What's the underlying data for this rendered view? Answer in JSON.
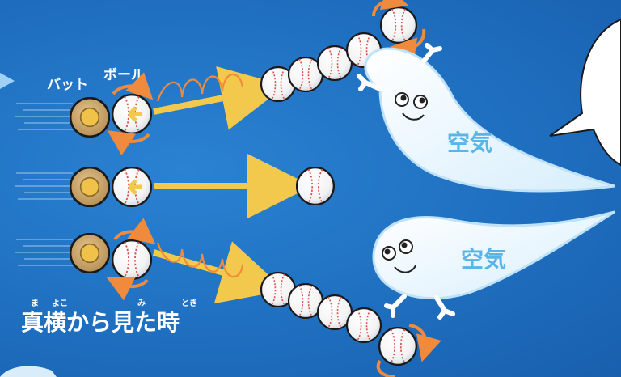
{
  "labels": {
    "bat": "バット",
    "ball": "ボール",
    "air_top": "空気",
    "air_bottom": "空気",
    "caption": "真横から見た時",
    "ruby_ma": "ま",
    "ruby_yoko": "よこ",
    "ruby_mi": "み",
    "ruby_toki": "とき"
  },
  "colors": {
    "background": "#1f6fc0",
    "arrow": "#f2c94c",
    "spin_arrow": "#f08a3c",
    "bat": "#c8a46a",
    "ghost": "#e8f6ff",
    "air_text": "#5ab4e6"
  }
}
